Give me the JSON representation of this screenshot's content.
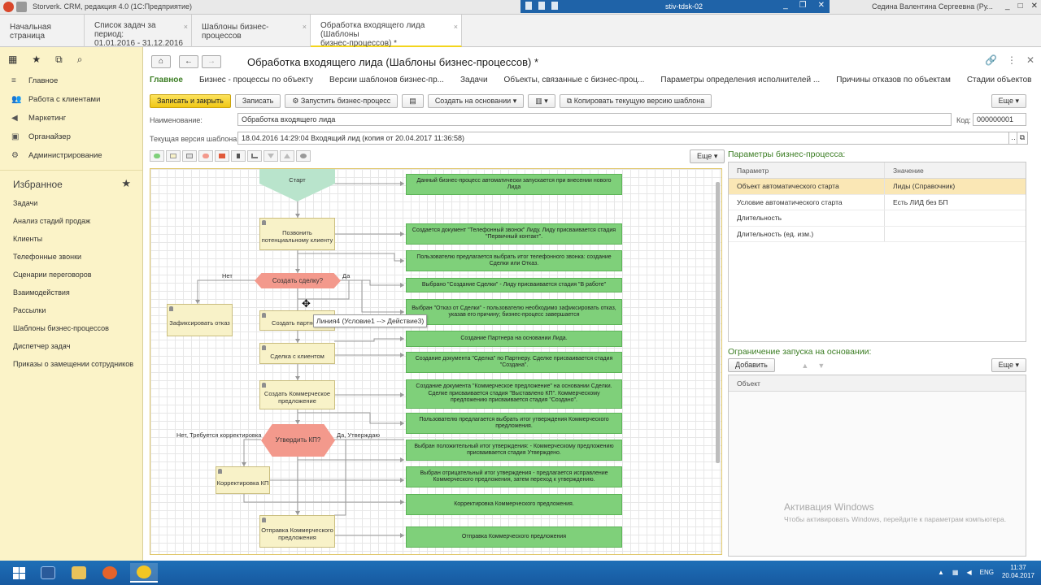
{
  "window": {
    "app_title": "Storverk. CRM, редакция 4.0 (1С:Предприятие)",
    "remote_host": "stiv-tdsk-02",
    "user": "Седина Валентина Сергеевна (Ру..."
  },
  "tabs": [
    {
      "label": "Начальная страница"
    },
    {
      "label": "Список задач за период:\n01.01.2016 - 31.12.2016"
    },
    {
      "label": "Шаблоны бизнес-процессов"
    },
    {
      "label": "Обработка входящего лида (Шаблоны\nбизнес-процессов) *"
    }
  ],
  "sidebar": {
    "nav": [
      {
        "label": "Главное",
        "icon": "list-icon"
      },
      {
        "label": "Работа с клиентами",
        "icon": "people-icon"
      },
      {
        "label": "Маркетинг",
        "icon": "megaphone-icon"
      },
      {
        "label": "Органайзер",
        "icon": "organizer-icon"
      },
      {
        "label": "Администрирование",
        "icon": "gear-icon"
      }
    ],
    "favorites_title": "Избранное",
    "favorites": [
      "Задачи",
      "Анализ стадий продаж",
      "Клиенты",
      "Телефонные звонки",
      "Сценарии переговоров",
      "Взаимодействия",
      "Рассылки",
      "Шаблоны бизнес-процессов",
      "Диспетчер задач",
      "Приказы о замещении сотрудников"
    ]
  },
  "form": {
    "title": "Обработка входящего лида (Шаблоны бизнес-процессов) *",
    "subnav": [
      "Главное",
      "Бизнес - процессы по объекту",
      "Версии шаблонов бизнес-пр...",
      "Задачи",
      "Объекты, связанные с бизнес-проц...",
      "Параметры определения исполнителей ...",
      "Причины отказов по объектам",
      "Стадии объектов"
    ],
    "buttons": {
      "save_close": "Записать и закрыть",
      "save": "Записать",
      "start_process": "Запустить бизнес-процесс",
      "create_based": "Создать на основании",
      "copy_version": "Копировать текущую версию шаблона",
      "more": "Еще"
    },
    "name_label": "Наименование:",
    "name_value": "Обработка входящего лида",
    "code_label": "Код:",
    "code_value": "000000001",
    "version_label": "Текущая версия шаблона:",
    "version_value": "18.04.2016 14:29:04 Входящий лид (копия от 20.04.2017 11:36:58)"
  },
  "diagram": {
    "more": "Еще",
    "start": "Старт",
    "tasks": {
      "call": "Позвонить потенциальному клиенту",
      "fix_refusal": "Зафиксировать отказ",
      "create_partner": "Создать партнера",
      "deal": "Сделка с клиентом",
      "create_kp": "Создать Коммерческое предложение",
      "fix_kp": "Корректировка КП",
      "send": "Отправка Коммерческого предложения"
    },
    "conditions": {
      "create_deal": "Создать сделку?",
      "approve_kp": "Утвердить КП?"
    },
    "edge_labels": {
      "no1": "Нет",
      "yes1": "Да",
      "no2": "Нет, Требуется корректировка",
      "yes2": "Да, Утверждаю"
    },
    "tooltip": "Линия4 (Условие1 --> Действие3)",
    "notes": [
      "Данный бизнес-процесс автоматически запускается при внесении нового Лида",
      "Создается документ \"Телефонный звонок\" Лиду. Лиду присваивается стадия \"Первичный контакт\".",
      "Пользователю предлагается выбрать итог телефонного звонка: создание Сделки или Отказ.",
      "Выбрано \"Создание Сделки\" - Лиду присваивается стадия \"В работе\"",
      "Выбран \"Отказ от Сделки\" - пользователю необходимо зафиксировать отказ, указав его причину; бизнес-процесс завершается",
      "Создание Партнера на основании Лида.",
      "Создание документа \"Сделка\" по Партнеру. Сделке присваивается стадия \"Создана\".",
      "Создание документа \"Коммерческое предложение\" на основании Сделки. Сделке присваивается стадия \"Выставлено КП\". Коммерческому предложению присваивается стадия \"Создано\".",
      "Пользователю предлагается выбрать итог утверждения Коммерческого предложения.",
      "Выбран положительный итог утверждения: - Коммерческому предложению присваивается стадия Утверждено.",
      "Выбран отрицательный итог утверждения - предлагается исправление Коммерческого предложения, затем переход к утверждению.",
      "Корректировка Коммерческого предложения.",
      "Отправка Коммерческого предложения"
    ]
  },
  "params": {
    "title": "Параметры бизнес-процесса:",
    "col_param": "Параметр",
    "col_value": "Значение",
    "rows": [
      {
        "param": "Объект автоматического старта",
        "value": "Лиды (Справочник)"
      },
      {
        "param": "Условие автоматического старта",
        "value": "Есть ЛИД без БП"
      },
      {
        "param": "Длительность",
        "value": ""
      },
      {
        "param": "Длительность (ед. изм.)",
        "value": ""
      }
    ]
  },
  "restriction": {
    "title": "Ограничение запуска на основании:",
    "add": "Добавить",
    "more": "Еще",
    "col_object": "Объект"
  },
  "activation": {
    "title": "Активация Windows",
    "text": "Чтобы активировать Windows, перейдите к параметрам компьютера."
  },
  "taskbar": {
    "lang": "ENG",
    "time": "11:37",
    "date": "20.04.2017"
  },
  "colors": {
    "accent_green": "#3b7d23",
    "note_green": "#7fd07a",
    "condition_red": "#f3998c",
    "task_yellow": "#f8f2c8",
    "sidebar_yellow": "#fbf3c8",
    "primary_button": "#f0c715"
  }
}
